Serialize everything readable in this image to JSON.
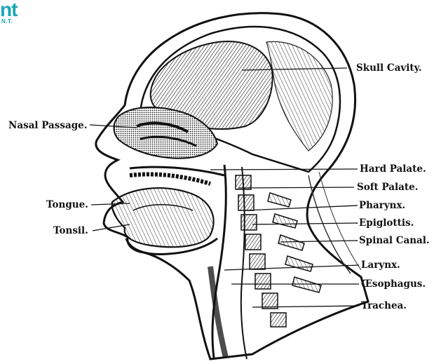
{
  "logo": {
    "text": "nt",
    "subtext": "N.T."
  },
  "labels": {
    "skull_cavity": "Skull Cavity.",
    "nasal_passage": "Nasal Passage.",
    "hard_palate": "Hard Palate.",
    "soft_palate": "Soft Palate.",
    "tongue": "Tongue.",
    "pharynx": "Pharynx.",
    "epiglottis": "Epiglottis.",
    "tonsil": "Tonsil.",
    "spinal_canal": "Spinal Canal.",
    "larynx": "Larynx.",
    "oesophagus": "Œsophagus.",
    "trachea": "Trachea."
  },
  "colors": {
    "ink": "#111111",
    "logo": "#1aa6b7",
    "background": "#ffffff"
  }
}
